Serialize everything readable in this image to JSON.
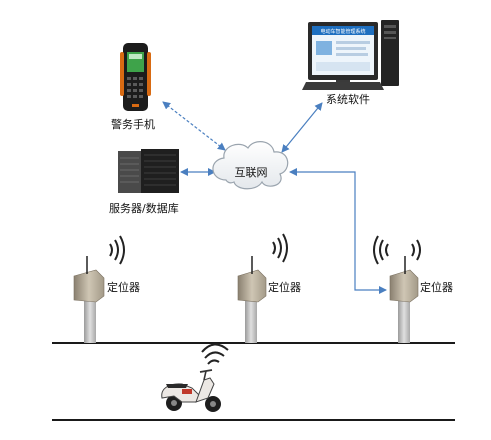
{
  "nodes": {
    "phone": {
      "label": "警务手机"
    },
    "computer": {
      "label": "系统软件",
      "screen_title": "电动车智能管理系统"
    },
    "server": {
      "label": "服务器/数据库"
    },
    "internet": {
      "label": "互联网"
    },
    "locators": [
      {
        "label": "定位器"
      },
      {
        "label": "定位器"
      },
      {
        "label": "定位器"
      }
    ],
    "scooter": {
      "label": ""
    }
  },
  "colors": {
    "arrow": "#4a7fc0",
    "road": "#1a1a1a",
    "cloud_stroke": "#9aa4ae",
    "phone_accent": "#d86a12",
    "signal": "#222222"
  }
}
